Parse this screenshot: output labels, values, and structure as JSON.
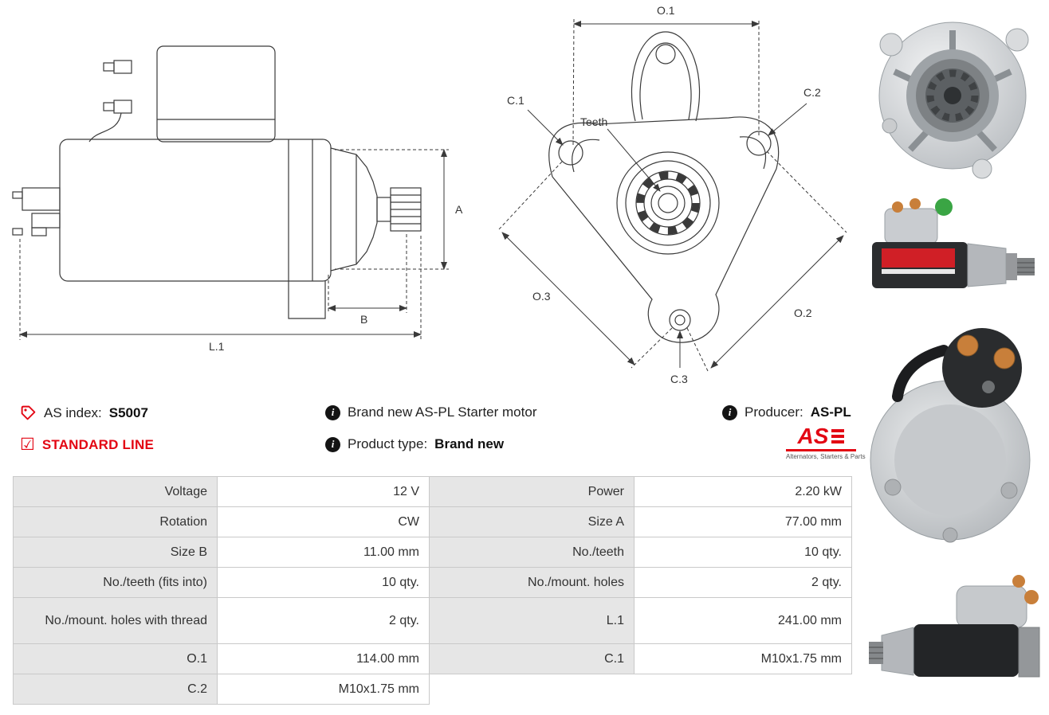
{
  "colors": {
    "accent_red": "#e30613",
    "table_label_bg": "#e6e6e6",
    "table_border": "#c9c9c9",
    "text": "#333333"
  },
  "icons": {
    "checkbox_glyph": "☑",
    "info_glyph": "i"
  },
  "diagram": {
    "side": {
      "a": "A",
      "b": "B",
      "l1": "L.1"
    },
    "front": {
      "o1": "O.1",
      "c1": "C.1",
      "c2": "C.2",
      "c3": "C.3",
      "o2": "O.2",
      "o3": "O.3",
      "teeth": "Teeth"
    }
  },
  "info": {
    "as_index_label": "AS index:",
    "as_index_value": "S5007",
    "standard_line": "STANDARD LINE",
    "brand_new_text": "Brand new AS-PL Starter motor",
    "product_type_label": "Product type:",
    "product_type_value": "Brand new",
    "producer_label": "Producer:",
    "producer_value": "AS-PL",
    "logo_text": "AS",
    "logo_tagline": "Alternators, Starters & Parts"
  },
  "table": {
    "rows": [
      {
        "label1": "Voltage",
        "value1": "12 V",
        "label2": "Power",
        "value2": "2.20 kW"
      },
      {
        "label1": "Rotation",
        "value1": "CW",
        "label2": "Size A",
        "value2": "77.00 mm"
      },
      {
        "label1": "Size B",
        "value1": "11.00 mm",
        "label2": "No./teeth",
        "value2": "10 qty."
      },
      {
        "label1": "No./teeth (fits into)",
        "value1": "10 qty.",
        "label2": "No./mount. holes",
        "value2": "2 qty."
      },
      {
        "label1": "No./mount. holes with thread",
        "value1": "2 qty.",
        "label2": "L.1",
        "value2": "241.00 mm"
      },
      {
        "label1": "O.1",
        "value1": "114.00 mm",
        "label2": "C.1",
        "value2": "M10x1.75 mm"
      },
      {
        "label1": "C.2",
        "value1": "M10x1.75 mm",
        "label2": "",
        "value2": ""
      }
    ]
  }
}
